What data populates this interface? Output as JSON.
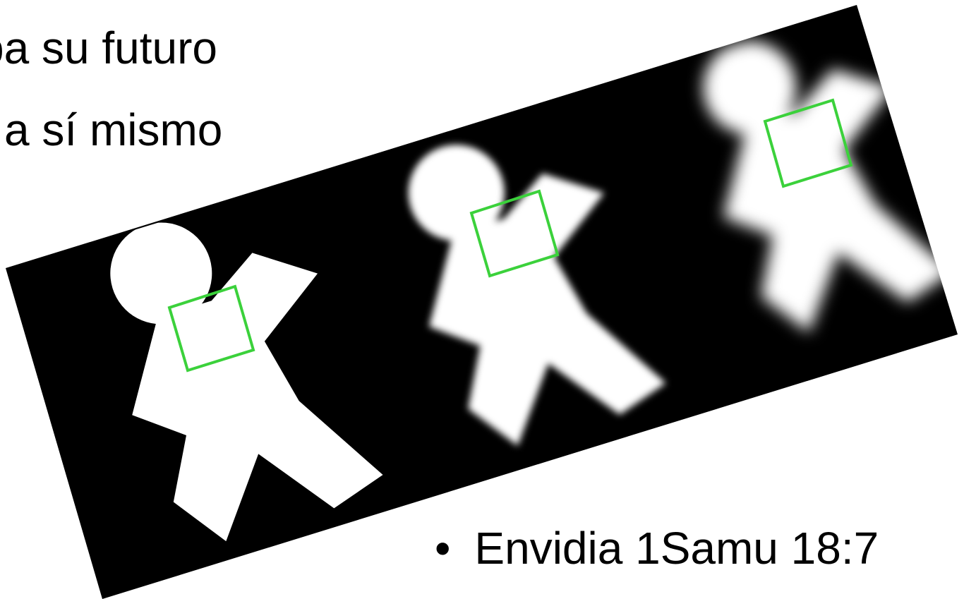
{
  "slide": {
    "text_line1": "pa su futuro",
    "text_line2": "a sí mismo",
    "bullet_char": "•",
    "bullet_text": "Envidia 1Samu 18:7"
  },
  "colors": {
    "background": "#ffffff",
    "text": "#000000",
    "panel": "#000000",
    "figure": "#ffffff",
    "box": "#3bd13b"
  },
  "figures": [
    {
      "name": "sharp",
      "blur": 0
    },
    {
      "name": "medium-blur",
      "blur": 5
    },
    {
      "name": "heavy-blur",
      "blur": 11
    }
  ]
}
